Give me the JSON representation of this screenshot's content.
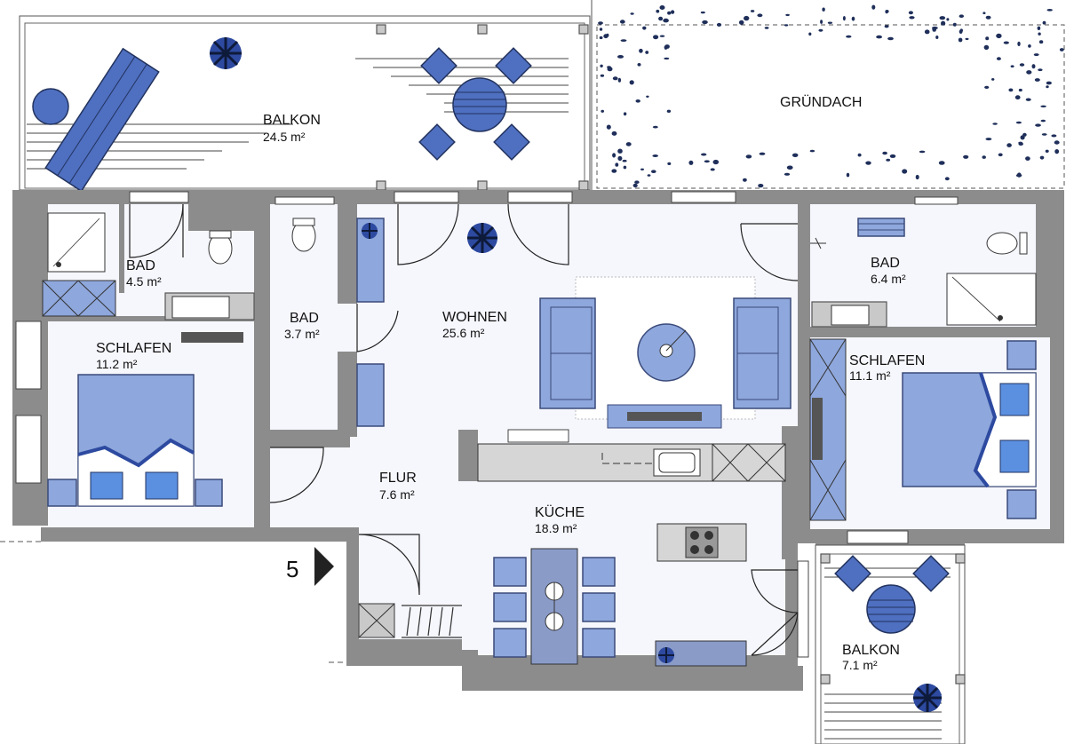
{
  "rooms": {
    "balkon_top": {
      "name": "BALKON",
      "area": "24.5 m²"
    },
    "gruendach": {
      "name": "GRÜNDACH"
    },
    "bad_left": {
      "name": "BAD",
      "area": "4.5 m²"
    },
    "schlafen_left": {
      "name": "SCHLAFEN",
      "area": "11.2 m²"
    },
    "bad_mid": {
      "name": "BAD",
      "area": "3.7 m²"
    },
    "wohnen": {
      "name": "WOHNEN",
      "area": "25.6 m²"
    },
    "bad_right": {
      "name": "BAD",
      "area": "6.4 m²"
    },
    "schlafen_right": {
      "name": "SCHLAFEN",
      "area": "11.1 m²"
    },
    "flur": {
      "name": "FLUR",
      "area": "7.6 m²"
    },
    "kueche": {
      "name": "KÜCHE",
      "area": "18.9 m²"
    },
    "balkon_small": {
      "name": "BALKON",
      "area": "7.1 m²"
    }
  },
  "entrance": {
    "number": "5"
  },
  "colors": {
    "wall": "#8c8c8c",
    "floor": "#f6f7fd",
    "furniture_light": "#8ea7dc",
    "furniture_dark": "#4f6fc0",
    "plant": "#1f2f5a"
  }
}
